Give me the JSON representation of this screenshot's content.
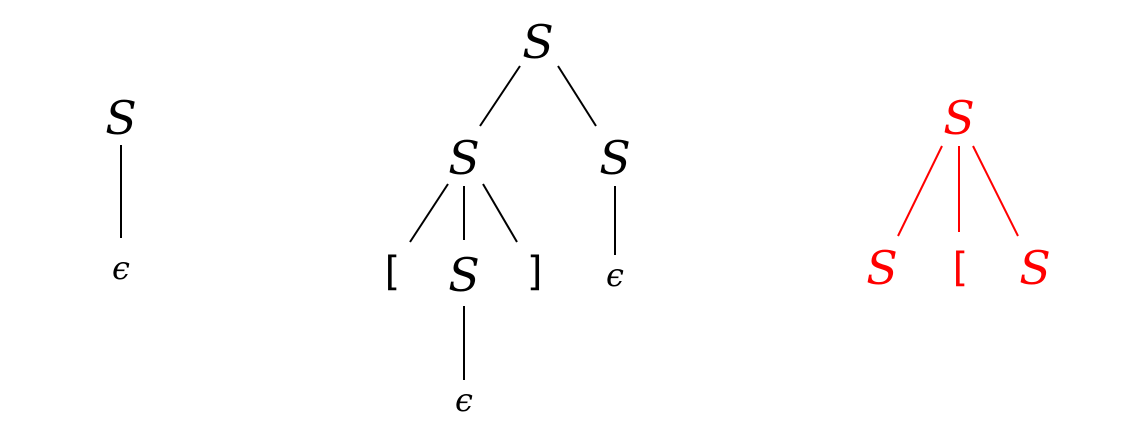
{
  "colors": {
    "default": "#000000",
    "highlight": "#ff0000"
  },
  "trees": [
    {
      "color": "#000000",
      "nodes": [
        {
          "id": "root",
          "label": "S",
          "kind": "sym"
        },
        {
          "id": "eps",
          "label": "ϵ",
          "kind": "eps"
        }
      ],
      "edges": [
        [
          "root",
          "eps"
        ]
      ]
    },
    {
      "color": "#000000",
      "nodes": [
        {
          "id": "root",
          "label": "S",
          "kind": "sym"
        },
        {
          "id": "left",
          "label": "S",
          "kind": "sym"
        },
        {
          "id": "right",
          "label": "S",
          "kind": "sym"
        },
        {
          "id": "lbrack",
          "label": "[",
          "kind": "brk"
        },
        {
          "id": "inner",
          "label": "S",
          "kind": "sym"
        },
        {
          "id": "rbrack",
          "label": "]",
          "kind": "brk"
        },
        {
          "id": "right_eps",
          "label": "ϵ",
          "kind": "eps"
        },
        {
          "id": "inner_eps",
          "label": "ϵ",
          "kind": "eps"
        }
      ],
      "edges": [
        [
          "root",
          "left"
        ],
        [
          "root",
          "right"
        ],
        [
          "left",
          "lbrack"
        ],
        [
          "left",
          "inner"
        ],
        [
          "left",
          "rbrack"
        ],
        [
          "right",
          "right_eps"
        ],
        [
          "inner",
          "inner_eps"
        ]
      ]
    },
    {
      "color": "#ff0000",
      "nodes": [
        {
          "id": "root",
          "label": "S",
          "kind": "sym"
        },
        {
          "id": "c1",
          "label": "S",
          "kind": "sym"
        },
        {
          "id": "c2",
          "label": "[",
          "kind": "brk"
        },
        {
          "id": "c3",
          "label": "S",
          "kind": "sym"
        }
      ],
      "edges": [
        [
          "root",
          "c1"
        ],
        [
          "root",
          "c2"
        ],
        [
          "root",
          "c3"
        ]
      ]
    }
  ]
}
